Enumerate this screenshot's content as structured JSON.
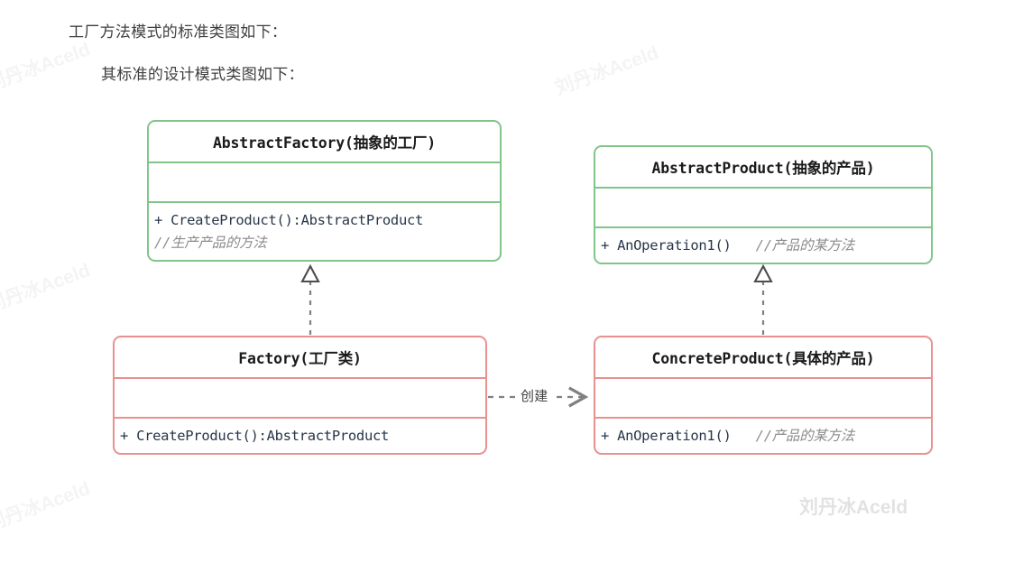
{
  "page": {
    "intro_line_1": "工厂方法模式的标准类图如下：",
    "intro_line_2": "其标准的设计模式类图如下："
  },
  "watermark": {
    "text": "刘丹冰Aceld"
  },
  "colors": {
    "abstract_border": "#82c58a",
    "concrete_border": "#e8918f",
    "edge": "#808080",
    "method_text": "#27364a",
    "comment_text": "#8c8c8c",
    "watermark": "#f4f4f4"
  },
  "diagram": {
    "type": "uml-class-diagram",
    "classes": [
      {
        "id": "abstract-factory",
        "title": "AbstractFactory(抽象的工厂)",
        "stereotype": "abstract",
        "attributes": [],
        "operations": [
          {
            "signature": "+ CreateProduct():AbstractProduct",
            "comment": ""
          },
          {
            "signature": "",
            "comment": "//生产产品的方法"
          }
        ]
      },
      {
        "id": "abstract-product",
        "title": "AbstractProduct(抽象的产品)",
        "stereotype": "abstract",
        "attributes": [],
        "operations": [
          {
            "signature": "+ AnOperation1()",
            "comment": "//产品的某方法"
          }
        ]
      },
      {
        "id": "factory",
        "title": "Factory(工厂类)",
        "stereotype": "concrete",
        "attributes": [],
        "operations": [
          {
            "signature": "+ CreateProduct():AbstractProduct",
            "comment": ""
          }
        ]
      },
      {
        "id": "concrete-product",
        "title": "ConcreteProduct(具体的产品)",
        "stereotype": "concrete",
        "attributes": [],
        "operations": [
          {
            "signature": "+ AnOperation1()",
            "comment": "//产品的某方法"
          }
        ]
      }
    ],
    "edges": [
      {
        "id": "factory-realizes-abstractfactory",
        "from": "factory",
        "to": "abstract-factory",
        "kind": "realization",
        "style": "dashed",
        "arrowhead": "hollow-triangle",
        "label": ""
      },
      {
        "id": "concreteproduct-realizes-abstractproduct",
        "from": "concrete-product",
        "to": "abstract-product",
        "kind": "realization",
        "style": "dashed",
        "arrowhead": "hollow-triangle",
        "label": ""
      },
      {
        "id": "factory-creates-concreteproduct",
        "from": "factory",
        "to": "concrete-product",
        "kind": "dependency",
        "style": "dashed",
        "arrowhead": "open",
        "label": "创建"
      }
    ]
  }
}
